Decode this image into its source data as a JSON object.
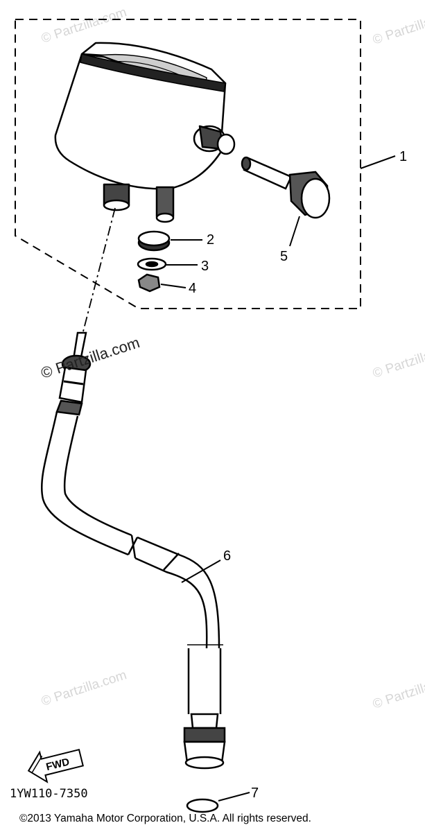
{
  "watermarks": {
    "primary": "© Partzilla.com",
    "faint": "© Partzilla.com"
  },
  "callouts": {
    "c1": "1",
    "c2": "2",
    "c3": "3",
    "c4": "4",
    "c5": "5",
    "c6": "6",
    "c7": "7"
  },
  "fwd_label": "FWD",
  "diagram_code": "1YW110-7350",
  "copyright": "©2013  Yamaha Motor Corporation, U.S.A. All rights reserved."
}
